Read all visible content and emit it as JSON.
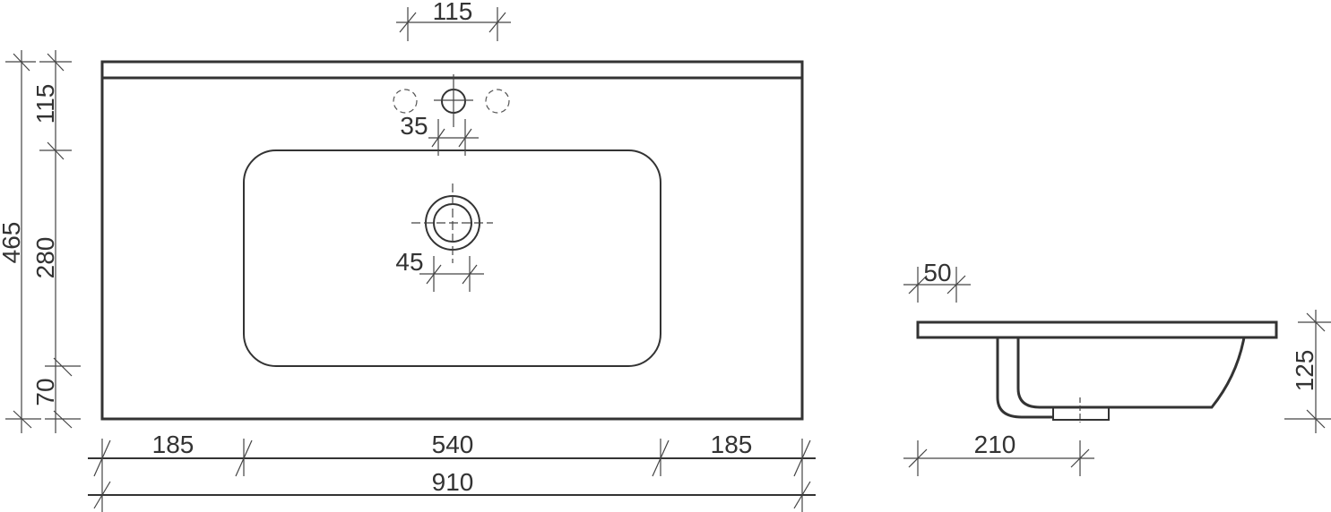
{
  "drawing": {
    "title": "Washbasin technical drawing",
    "line_color": "#333333",
    "background": "#ffffff"
  },
  "top_view": {
    "dimensions": {
      "tap_hole_spacing": "115",
      "top_to_tap_center": "115",
      "total_depth": "465",
      "bowl_depth": "280",
      "bowl_to_front": "70",
      "tap_hole_diameter": "35",
      "drain_diameter": "45",
      "left_margin": "185",
      "bowl_width": "540",
      "right_margin": "185",
      "total_width": "910"
    }
  },
  "side_view": {
    "dimensions": {
      "slab_thickness_offset": "50",
      "drain_offset": "210",
      "total_height": "125"
    }
  }
}
